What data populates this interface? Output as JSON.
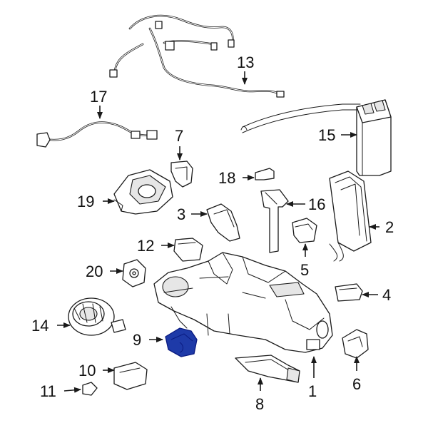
{
  "diagram": {
    "callouts": [
      {
        "id": "1",
        "label": "1"
      },
      {
        "id": "2",
        "label": "2"
      },
      {
        "id": "3",
        "label": "3"
      },
      {
        "id": "4",
        "label": "4"
      },
      {
        "id": "5",
        "label": "5"
      },
      {
        "id": "6",
        "label": "6"
      },
      {
        "id": "7",
        "label": "7"
      },
      {
        "id": "8",
        "label": "8"
      },
      {
        "id": "9",
        "label": "9"
      },
      {
        "id": "10",
        "label": "10"
      },
      {
        "id": "11",
        "label": "11"
      },
      {
        "id": "12",
        "label": "12"
      },
      {
        "id": "13",
        "label": "13"
      },
      {
        "id": "14",
        "label": "14"
      },
      {
        "id": "15",
        "label": "15"
      },
      {
        "id": "16",
        "label": "16"
      },
      {
        "id": "17",
        "label": "17"
      },
      {
        "id": "18",
        "label": "18"
      },
      {
        "id": "19",
        "label": "19"
      },
      {
        "id": "20",
        "label": "20"
      }
    ],
    "highlighted_part": "9",
    "highlight_color": "#1e3aa8"
  }
}
